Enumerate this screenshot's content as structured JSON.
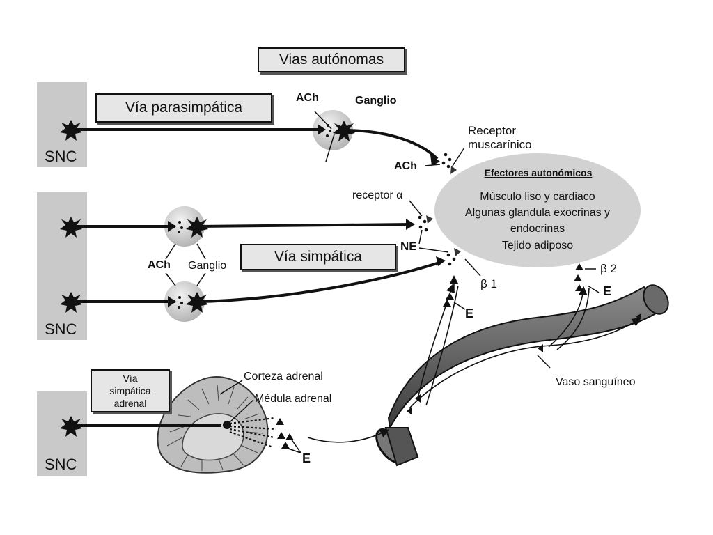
{
  "title": "Vias autónomas",
  "pathways": {
    "parasympathetic": "Vía parasimpática",
    "sympathetic": "Vía simpática",
    "adrenal": [
      "Vía",
      "simpática",
      "adrenal"
    ]
  },
  "snc_label": "SNC",
  "labels": {
    "ach": "ACh",
    "ganglion_top": "Ganglio",
    "ganglion_mid": "Ganglio",
    "receptor_muscarinic": [
      "Receptor",
      "muscarínico"
    ],
    "receptor_alpha": "receptor α",
    "ne": "NE",
    "beta1": "β 1",
    "beta2": "β 2",
    "epinephrine": "E",
    "adrenal_cortex": "Corteza adrenal",
    "adrenal_medulla": "Médula adrenal",
    "blood_vessel": "Vaso sanguíneo"
  },
  "effectors": {
    "heading": "Efectores autonómicos",
    "lines": [
      "Músculo liso y cardiaco",
      "Algunas glandula exocrinas y",
      "endocrinas",
      "Tejido adiposo"
    ]
  }
}
